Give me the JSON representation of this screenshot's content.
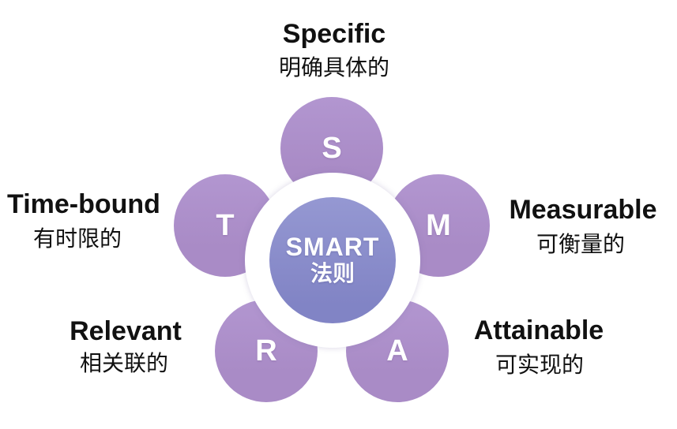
{
  "diagram": {
    "title": "SMART goal-setting principle diagram",
    "center": {
      "title": "SMART",
      "subtitle": "法则"
    },
    "petals": [
      {
        "letter": "S",
        "en": "Specific",
        "zh": "明确具体的",
        "position": "top"
      },
      {
        "letter": "M",
        "en": "Measurable",
        "zh": "可衡量的",
        "position": "upper-right"
      },
      {
        "letter": "A",
        "en": "Attainable",
        "zh": "可实现的",
        "position": "lower-right"
      },
      {
        "letter": "R",
        "en": "Relevant",
        "zh": "相关联的",
        "position": "lower-left"
      },
      {
        "letter": "T",
        "en": "Time-bound",
        "zh": "有时限的",
        "position": "upper-left"
      }
    ],
    "colors": {
      "petal": "#a98bc6",
      "petal_light": "#b296d0",
      "center_top": "#9598d2",
      "center_bottom": "#8184c5",
      "ring": "#ffffff",
      "label_text": "#111111",
      "letter_text": "#ffffff",
      "background": "#ffffff"
    }
  }
}
